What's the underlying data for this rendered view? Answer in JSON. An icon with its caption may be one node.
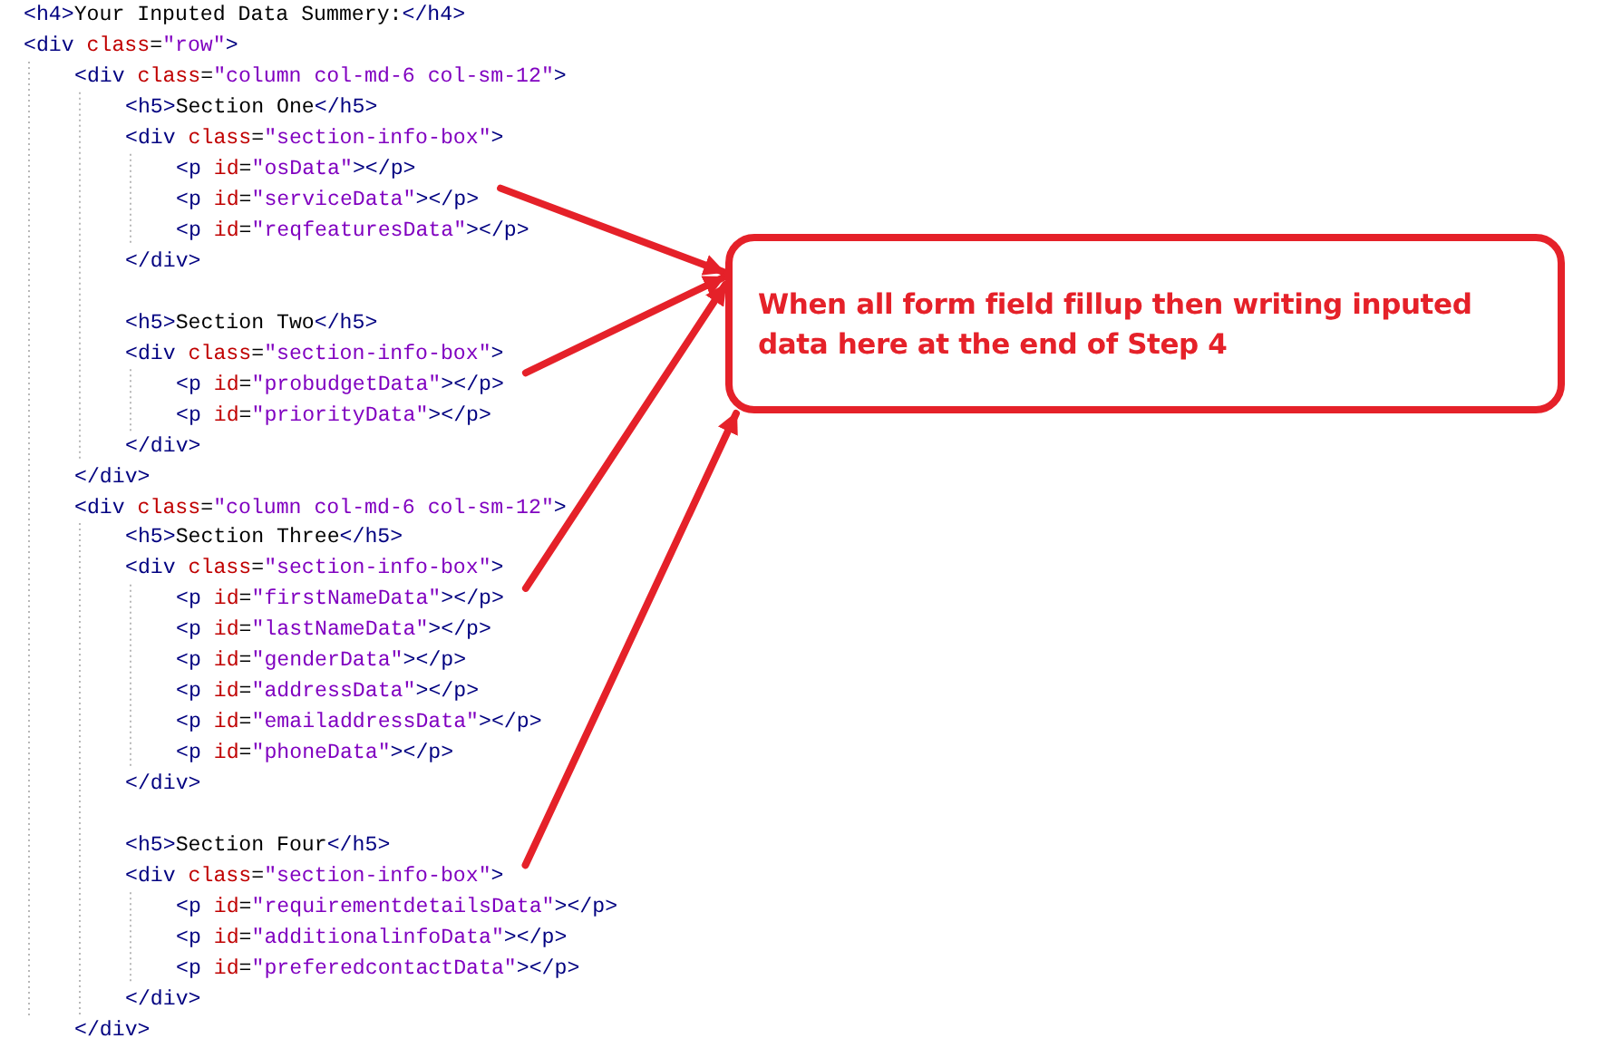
{
  "diagram": {
    "nodes": [
      {
        "text": [
          "<p id=\"serviceData\"></p>"
        ]
      },
      {
        "text": [
          "When all form field fillup then writing inputed data here at the end of Step 4"
        ]
      },
      {
        "text": [
          "<p id=\"probudgetData\"></p>"
        ]
      },
      {
        "text": [
          "<p id=\"firstNameData\"></p>"
        ]
      },
      {
        "text": [
          "<div class=\"section-info-box\">"
        ]
      }
    ],
    "edges": [
      {
        "from": 0,
        "to": 1,
        "arrow": "to"
      },
      {
        "from": 2,
        "to": 1,
        "arrow": "to"
      },
      {
        "from": 3,
        "to": 1,
        "arrow": "to"
      },
      {
        "from": 4,
        "to": 1,
        "arrow": "to"
      }
    ],
    "labels": [
      "<h4>Your Inputed Data Summery:</h4>",
      "<div class=\"row\">",
      "<div class=\"column col-md-6 col-sm-12\">",
      "<h5>Section One</h5>",
      "<div class=\"section-info-box\">",
      "<p id=\"osData\"></p>",
      "<p id=\"reqfeaturesData\"></p>",
      "</div>",
      "<h5>Section Two</h5>",
      "<div class=\"section-info-box\">",
      "<p id=\"priorityData\"></p>",
      "</div>",
      "</div>",
      "<div class=\"column col-md-6 col-sm-12\">",
      "<h5>Section Three</h5>",
      "<div class=\"section-info-box\">",
      "<p id=\"lastNameData\"></p>",
      "<p id=\"genderData\"></p>",
      "<p id=\"addressData\"></p>",
      "<p id=\"emailaddressData\"></p>",
      "<p id=\"phoneData\"></p>",
      "</div>",
      "<h5>Section Four</h5>",
      "<p id=\"requirementdetailsData\"></p>",
      "<p id=\"additionalinfoData\"></p>",
      "<p id=\"preferedcontactData\"></p>",
      "</div>",
      "</div>"
    ]
  }
}
